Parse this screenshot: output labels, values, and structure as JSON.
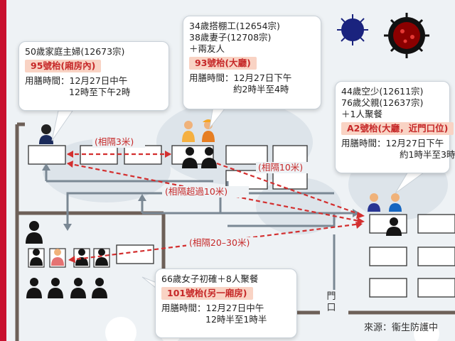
{
  "callouts": {
    "c1": {
      "title": "50歲家庭主婦(12673宗)",
      "tag": "95號枱(廂房內)",
      "time1": "用膳時間：12月27日中午",
      "time2": "12時至下午2時"
    },
    "c2": {
      "line1": "34歲搭棚工(12654宗)",
      "line2": "38歲妻子(12708宗)",
      "line3": "＋兩友人",
      "tag": "93號枱(大廳)",
      "time1": "用膳時間：12月27日下午",
      "time2": "約2時半至4時"
    },
    "c3": {
      "line1": "44歲空少(12611宗)",
      "line2": "76歲父親(12637宗)",
      "line3": "＋1人聚餐",
      "tag": "A2號枱(大廳，近門口位)",
      "time1": "用膳時間：12月27日下午",
      "time2": "約1時半至3時"
    },
    "c4": {
      "title": "66歲女子初確＋8人聚餐",
      "tag": "101號枱(另一廂房)",
      "time1": "用膳時間：12月27日中午",
      "time2": "12時半至1時半"
    }
  },
  "distances": {
    "d1": "(相隔3米)",
    "d2": "(相隔10米)",
    "d3": "(相隔超過10米)",
    "d4": "(相隔20–30米)"
  },
  "door_label": "門口",
  "source": "來源：衞生防護中",
  "colors": {
    "accent": "#c62828",
    "tag_bg": "#f9d3c4",
    "wall": "#6d6058",
    "arrow": "#7a8894",
    "virus_red": "#b71c1c",
    "virus_navy": "#1a237e"
  }
}
